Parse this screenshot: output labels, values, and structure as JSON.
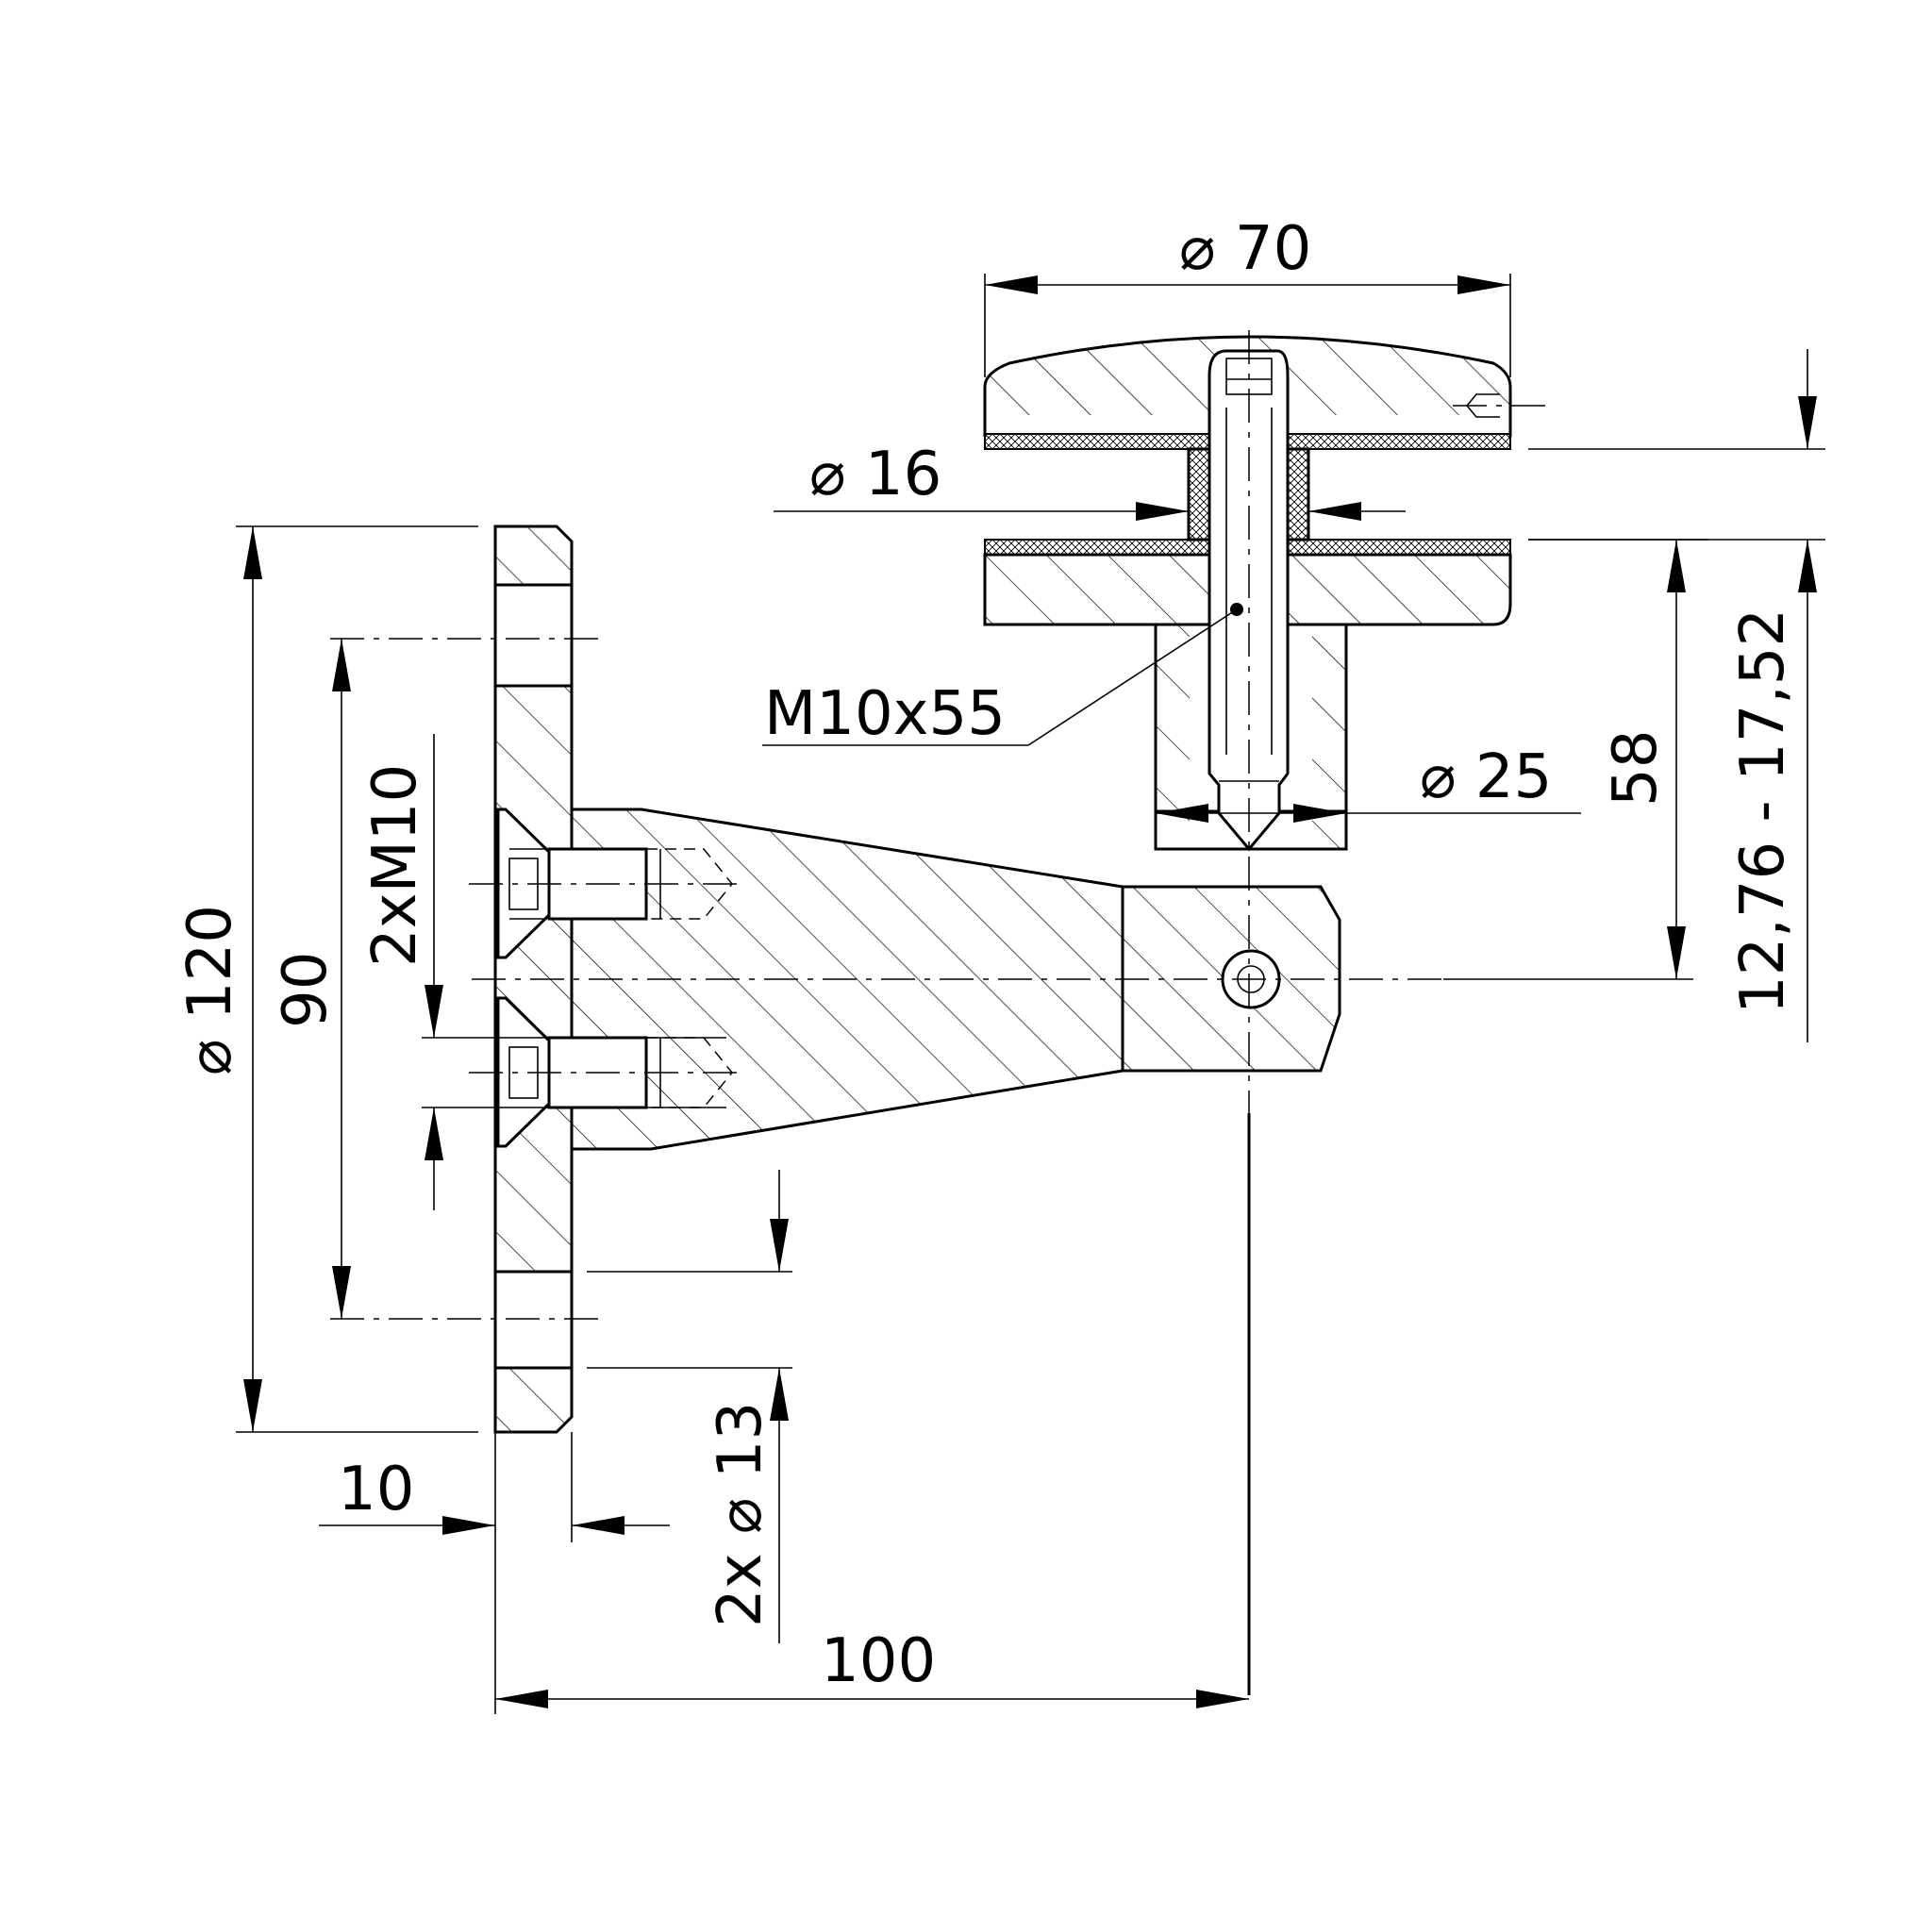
{
  "dimensions": {
    "dia70": "⌀ 70",
    "dia16": "⌀ 16",
    "dia25": "⌀ 25",
    "dia120": "⌀ 120",
    "d90": "90",
    "thread2xM10": "2xM10",
    "d10": "10",
    "hole2x13": "2x ⌀ 13",
    "d100": "100",
    "d58": "58",
    "glassRange": "12,76 - 17,52",
    "bolt": "M10x55"
  }
}
